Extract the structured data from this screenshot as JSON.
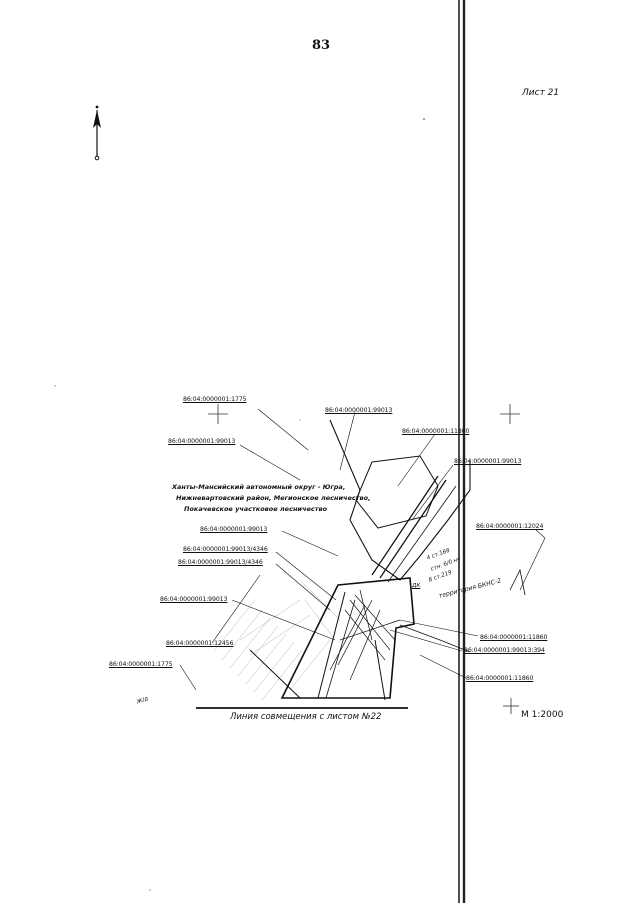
{
  "page": {
    "number": "83",
    "sheet": "Лист 21",
    "scale": "М 1:2000"
  },
  "region_lines": [
    "Ханты-Мансийский автономный округ - Югра,",
    "Нижневартовский район, Мегионское лесничество,",
    "Покачевское участковое лесничество"
  ],
  "combine_line": "Линия совмещения с листом №22",
  "parcels": {
    "p1": "86:04:0000001:1775",
    "p2": "86:04:0000001:99013",
    "p3": "86:04:0000001:99013",
    "p4": "86:04:0000001:11800",
    "p5": "86:04:0000001:99013",
    "p6": "86:04:0000001:12024",
    "p7": "86:04:0000001:99013",
    "p8": "86:04:0000001:99013/4346",
    "p9": "86:04:0000001:99013/4346",
    "p10": "86:04:0000001:99013",
    "p11": "86:04:0000001:11860",
    "p12": "86:04:0000001:99013:394",
    "p13": "86:04:0000001:12456",
    "p14": "86:04:0000001:11860",
    "p15": "86:04:0000001:1775"
  },
  "notes": {
    "n1": "4 ст.168",
    "n2": "стн. 6/0 нч",
    "n3": "территория БКНС-2",
    "n4": "ДК",
    "n5": "8 ст.219",
    "n6": "Ж/д"
  },
  "icons": {
    "north": "north-arrow-icon",
    "cross": "crosshair-mark-icon"
  }
}
